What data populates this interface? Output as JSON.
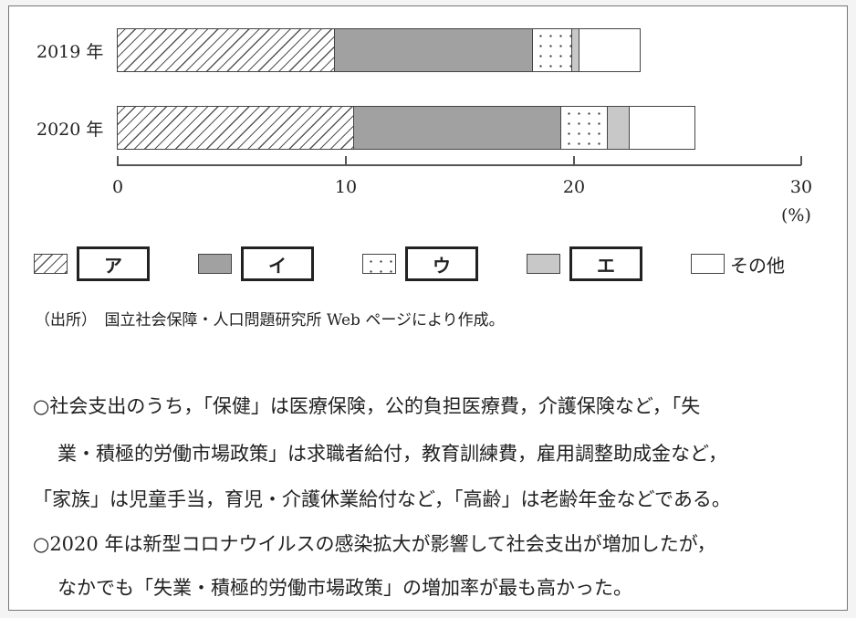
{
  "chart_data": {
    "type": "bar",
    "orientation": "horizontal",
    "stacked": true,
    "categories": [
      "2019 年",
      "2020 年"
    ],
    "series": [
      {
        "name": "ア",
        "pattern": "hatched",
        "values": [
          9.6,
          10.4
        ]
      },
      {
        "name": "イ",
        "pattern": "dark-gray",
        "values": [
          8.7,
          9.1
        ]
      },
      {
        "name": "ウ",
        "pattern": "dotted",
        "values": [
          1.7,
          2.0
        ]
      },
      {
        "name": "エ",
        "pattern": "light-gray",
        "values": [
          0.3,
          1.0
        ]
      },
      {
        "name": "その他",
        "pattern": "white",
        "values": [
          2.7,
          2.9
        ]
      }
    ],
    "totals": [
      23.0,
      25.4
    ],
    "xlabel": "(%)",
    "xlim": [
      0,
      30
    ],
    "xticks": [
      0,
      10,
      20,
      30
    ],
    "grid": false,
    "legend_position": "bottom"
  },
  "chart": {
    "bars": [
      {
        "label": "2019 年",
        "segments": [
          9.56,
          8.68,
          1.72,
          0.32,
          2.68
        ]
      },
      {
        "label": "2020 年",
        "segments": [
          10.4,
          9.08,
          2.04,
          0.96,
          2.88
        ]
      }
    ],
    "ticks": [
      "0",
      "10",
      "20",
      "30"
    ],
    "unit": "(%)"
  },
  "legend": {
    "a": "ア",
    "i": "イ",
    "u": "ウ",
    "e": "エ",
    "other": "その他"
  },
  "source": "（出所）　国立社会保障・人口問題研究所 Web ページにより作成。",
  "notes": {
    "line1": "○社会支出のうち，「保健」は医療保険，公的負担医療費，介護保険など，「失",
    "line2": "業・積極的労働市場政策」は求職者給付，教育訓練費，雇用調整助成金など，",
    "line3": "「家族」は児童手当，育児・介護休業給付など，「高齢」は老齢年金などである。",
    "line4": "○2020 年は新型コロナウイルスの感染拡大が影響して社会支出が増加したが，",
    "line5": "なかでも「失業・積極的労働市場政策」の増加率が最も高かった。"
  }
}
